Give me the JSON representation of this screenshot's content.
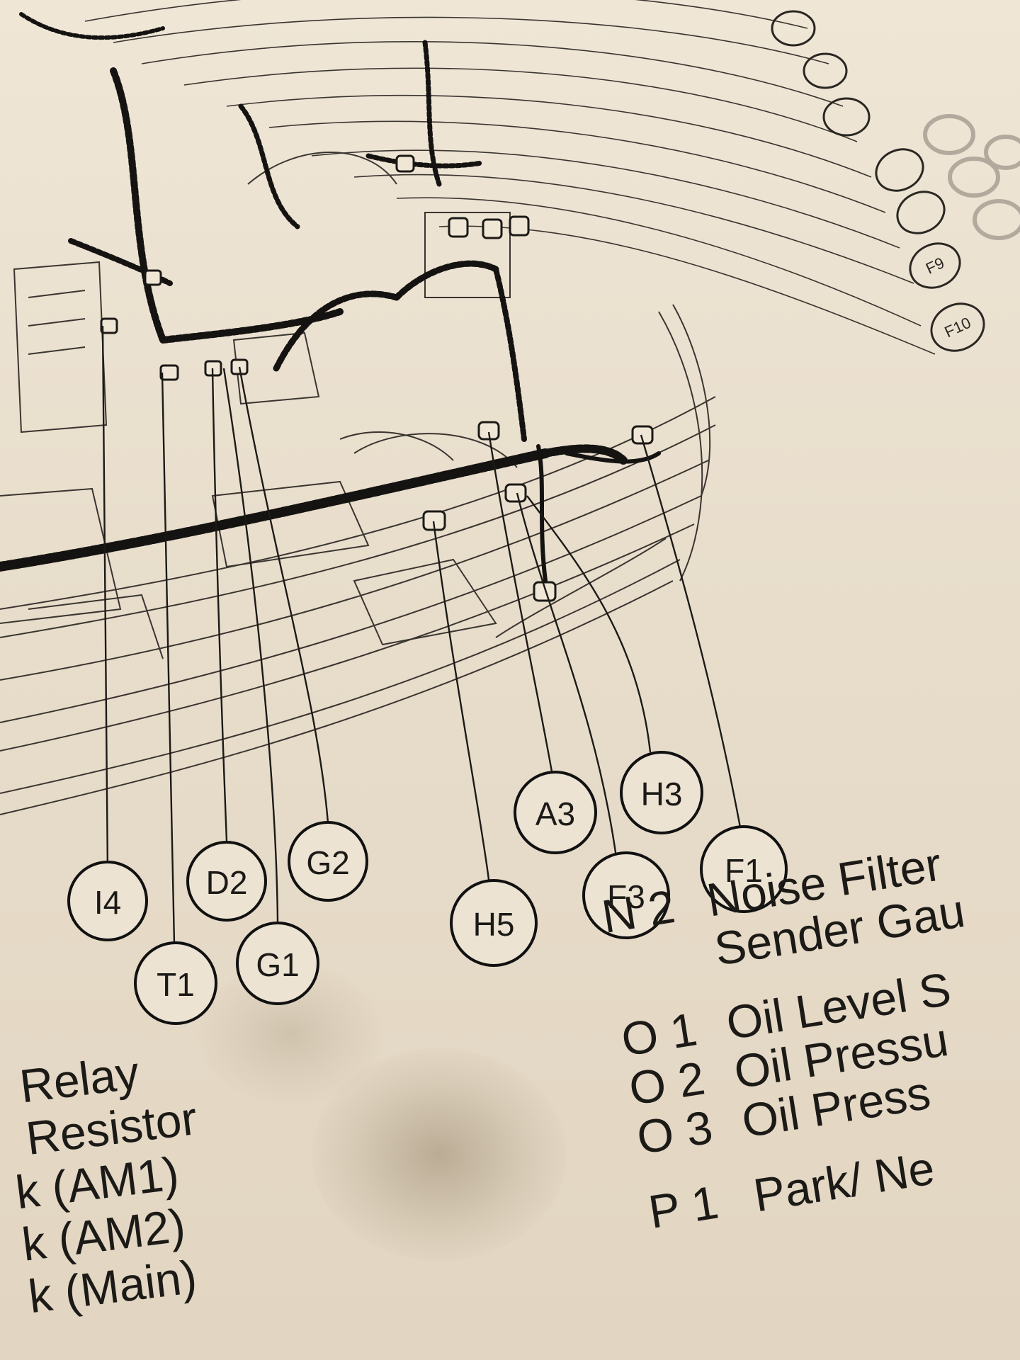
{
  "diagram": {
    "callouts": [
      {
        "id": "I4",
        "label": "I4"
      },
      {
        "id": "T1",
        "label": "T1"
      },
      {
        "id": "D2",
        "label": "D2"
      },
      {
        "id": "G1",
        "label": "G1"
      },
      {
        "id": "G2",
        "label": "G2"
      },
      {
        "id": "H5",
        "label": "H5"
      },
      {
        "id": "A3",
        "label": "A3"
      },
      {
        "id": "F3",
        "label": "F3"
      },
      {
        "id": "H3",
        "label": "H3"
      },
      {
        "id": "F1",
        "label": "F1"
      }
    ],
    "top_right_callouts": [
      "F9",
      "F10"
    ]
  },
  "legend_left": [
    {
      "text": "Relay"
    },
    {
      "text": "Resistor"
    },
    {
      "text": "k (AM1)"
    },
    {
      "text": "k (AM2)"
    },
    {
      "text": "k (Main)"
    }
  ],
  "legend_right": [
    {
      "code": "N 2",
      "lines": [
        "Noise Filter",
        "Sender Gau"
      ]
    },
    {
      "code": "O 1",
      "lines": [
        "Oil Level S"
      ]
    },
    {
      "code": "O 2",
      "lines": [
        "Oil Pressu"
      ]
    },
    {
      "code": "O 3",
      "lines": [
        "Oil Press"
      ]
    },
    {
      "code": "P 1",
      "lines": [
        "Park/ Ne"
      ]
    }
  ],
  "colors": {
    "paper": "#e9dfcf",
    "ink": "#1c1a17"
  }
}
